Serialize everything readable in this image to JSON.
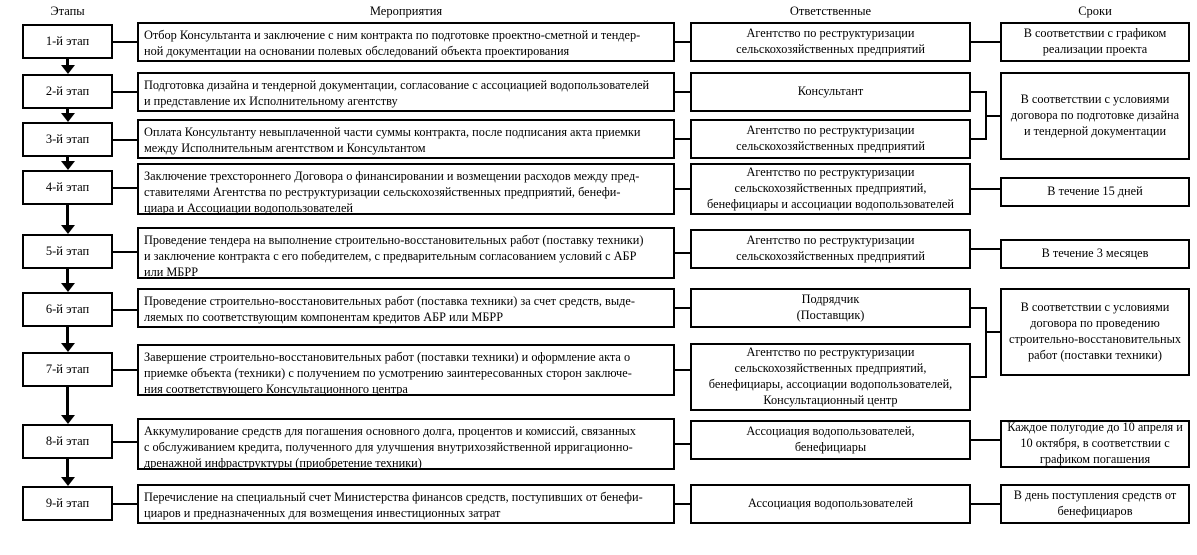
{
  "headers": [
    {
      "label": "Этапы"
    },
    {
      "label": "Мероприятия"
    },
    {
      "label": "Ответственные"
    },
    {
      "label": "Сроки"
    }
  ],
  "stages": [
    {
      "label": "1-й этап"
    },
    {
      "label": "2-й этап"
    },
    {
      "label": "3-й этап"
    },
    {
      "label": "4-й этап"
    },
    {
      "label": "5-й этап"
    },
    {
      "label": "6-й этап"
    },
    {
      "label": "7-й этап"
    },
    {
      "label": "8-й этап"
    },
    {
      "label": "9-й этап"
    }
  ],
  "activities": [
    {
      "lines": [
        "Отбор Консультанта и заключение с ним контракта по подготовке проектно-сметной и тендер-",
        "ной документации на основании полевых обследований объекта проектирования"
      ]
    },
    {
      "lines": [
        "Подготовка дизайна и тендерной документации, согласование с ассоциацией водопользователей",
        "и представление их Исполнительному агентству"
      ]
    },
    {
      "lines": [
        "Оплата Консультанту невыплаченной части суммы контракта, после подписания акта приемки",
        "между Исполнительным агентством и Консультантом"
      ]
    },
    {
      "lines": [
        "Заключение трехстороннего Договора о финансировании и возмещении расходов между пред-",
        "ставителями Агентства по реструктуризации сельскохозяйственных предприятий, бенефи-",
        "циара и Ассоциации водопользователей"
      ]
    },
    {
      "lines": [
        "Проведение тендера на выполнение строительно-восстановительных работ (поставку техники)",
        "и заключение контракта с его победителем, с предварительным согласованием условий с АБР",
        "или МБРР"
      ]
    },
    {
      "lines": [
        "Проведение строительно-восстановительных работ (поставка техники) за счет средств, выде-",
        "ляемых по соответствующим компонентам кредитов АБР или МБРР"
      ]
    },
    {
      "lines": [
        "Завершение строительно-восстановительных работ (поставки техники) и оформление акта о",
        "приемке объекта (техники) с получением по усмотрению заинтересованных сторон заключе-",
        "ния соответствующего Консультационного центра"
      ]
    },
    {
      "lines": [
        "Аккумулирование средств для погашения основного долга, процентов и комиссий, связанных",
        "с обслуживанием кредита, полученного для улучшения внутрихозяйственной ирригационно-",
        "дренажной инфраструктуры (приобретение техники)"
      ]
    },
    {
      "lines": [
        "Перечисление на специальный счет Министерства финансов средств, поступивших от бенефи-",
        "циаров и  предназначенных для возмещения инвестиционных затрат"
      ]
    }
  ],
  "responsibles": [
    {
      "lines": [
        "Агентство по реструктуризации",
        "сельскохозяйственных предприятий"
      ]
    },
    {
      "lines": [
        "Консультант"
      ]
    },
    {
      "lines": [
        "Агентство по реструктуризации",
        "сельскохозяйственных предприятий"
      ]
    },
    {
      "lines": [
        "Агентство по реструктуризации",
        "сельскохозяйственных предприятий,",
        "бенефициары и ассоциации водопользователей"
      ]
    },
    {
      "lines": [
        "Агентство по реструктуризации",
        "сельскохозяйственных предприятий"
      ]
    },
    {
      "lines": [
        "Подрядчик",
        "(Поставщик)"
      ]
    },
    {
      "lines": [
        "Агентство по реструктуризации",
        "сельскохозяйственных предприятий,",
        "бенефициары, ассоциации водопользователей,",
        "Консультационный центр"
      ]
    },
    {
      "lines": [
        "Ассоциация водопользователей,",
        "бенефициары"
      ]
    },
    {
      "lines": [
        "Ассоциация водопользователей"
      ]
    }
  ],
  "terms": [
    {
      "lines": [
        "В соответствии с графиком",
        "реализации проекта"
      ]
    },
    {
      "lines": [
        "В соответствии с условиями",
        "договора по подготовке дизайна",
        "и тендерной документации"
      ]
    },
    {
      "lines": [
        "В течение 15 дней"
      ]
    },
    {
      "lines": [
        "В течение 3 месяцев"
      ]
    },
    {
      "lines": [
        "В соответствии с условиями",
        "договора по проведению",
        "строительно-восстановительных",
        "работ (поставки техники)"
      ]
    },
    {
      "lines": [
        "Каждое полугодие до 10 апреля и",
        "10 октября, в соответствии с",
        "графиком погашения"
      ]
    },
    {
      "lines": [
        "В день поступления средств от",
        "бенефициаров"
      ]
    }
  ],
  "colors": {
    "stroke": "#000000",
    "background": "#ffffff",
    "text": "#000000"
  }
}
